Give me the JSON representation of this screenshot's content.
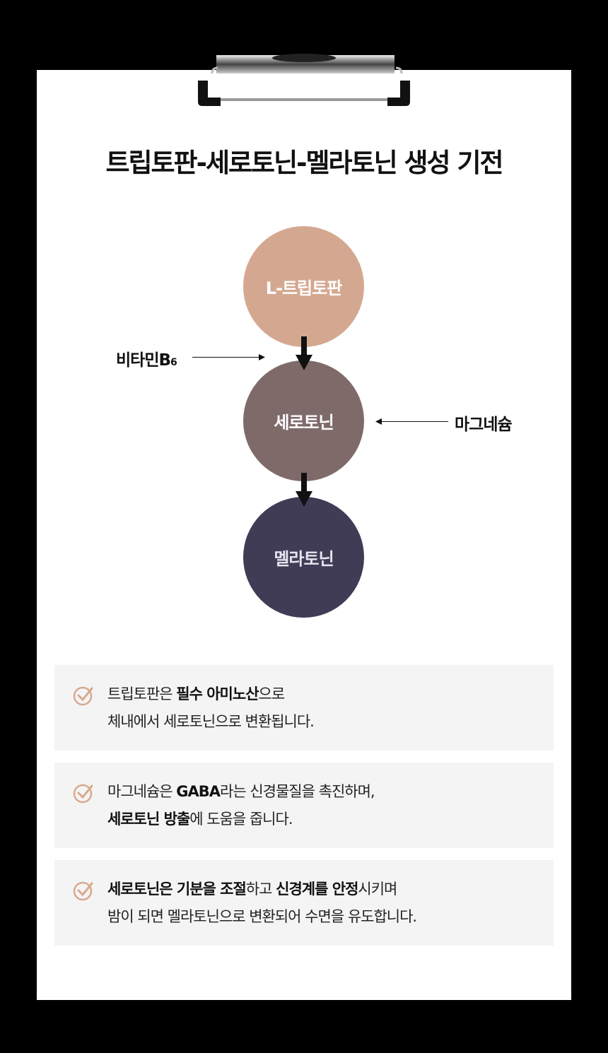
{
  "title": "트립토판-세로토닌-멜라토닌 생성 기전",
  "diagram": {
    "nodes": [
      {
        "label": "L-트립토판",
        "color": "#d4a890"
      },
      {
        "label": "세로토닌",
        "color": "#7f6a6a"
      },
      {
        "label": "멜라토닌",
        "color": "#413c55"
      }
    ],
    "cofactor_left": {
      "label": "비타민B",
      "sub": "6"
    },
    "cofactor_right": {
      "label": "마그네슘"
    }
  },
  "accent": "#d9a98e",
  "items": [
    {
      "lines": [
        [
          {
            "t": "트립토판은 "
          },
          {
            "t": "필수 아미노산",
            "b": true
          },
          {
            "t": "으로"
          }
        ],
        [
          {
            "t": "체내에서 세로토닌으로 변환됩니다."
          }
        ]
      ]
    },
    {
      "lines": [
        [
          {
            "t": "마그네슘은 "
          },
          {
            "t": "GABA",
            "b": true
          },
          {
            "t": "라는 신경물질을 촉진하며,"
          }
        ],
        [
          {
            "t": "세로토닌 방출",
            "b": true
          },
          {
            "t": "에 도움을 줍니다."
          }
        ]
      ]
    },
    {
      "lines": [
        [
          {
            "t": "세로토닌은 기분을 조절",
            "b": true
          },
          {
            "t": "하고 "
          },
          {
            "t": "신경계를 안정",
            "b": true
          },
          {
            "t": "시키며"
          }
        ],
        [
          {
            "t": "밤이 되면 멜라토닌으로 변환되어 수면을 유도합니다."
          }
        ]
      ]
    }
  ]
}
